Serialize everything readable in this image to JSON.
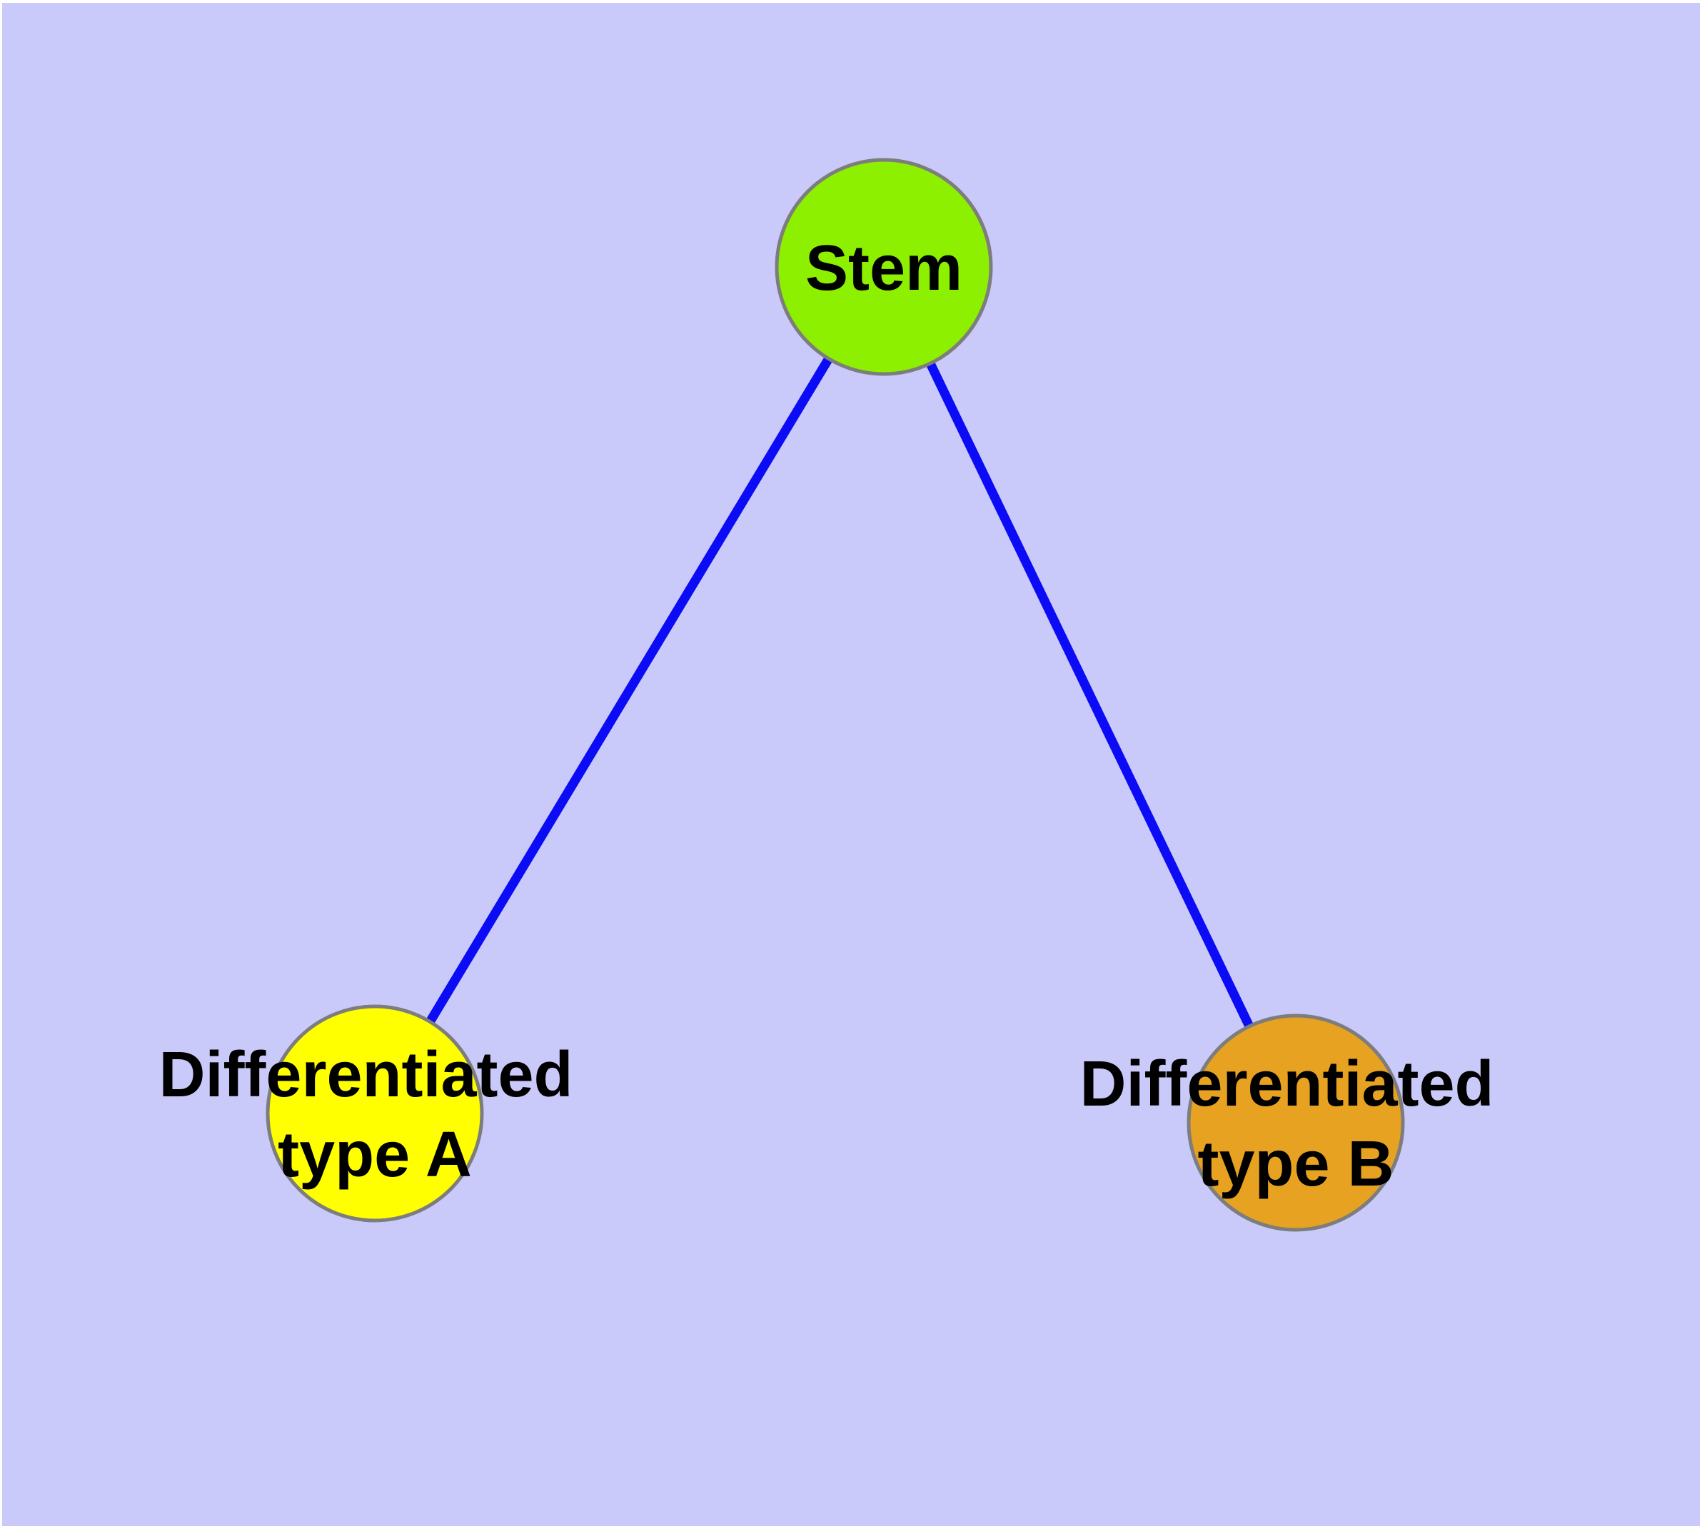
{
  "diagram": {
    "type": "graph",
    "description": "Cell differentiation graph: one stem node connected to two differentiated type nodes",
    "background_color": "#cacafa",
    "frame_color": "#ffffff",
    "edge_color": "#0b0bf5",
    "node_border_color": "#7d7d7d",
    "label_color": "#000000",
    "nodes": [
      {
        "id": "stem",
        "label": "Stem",
        "fill": "#8cf000"
      },
      {
        "id": "differentiated-type-a",
        "label": "Differentiated type A",
        "label_line1": "Differentiated",
        "label_line2": "type A",
        "fill": "#ffff00"
      },
      {
        "id": "differentiated-type-b",
        "label": "Differentiated type B",
        "label_line1": "Differentiated",
        "label_line2": "type B",
        "fill": "#e6a220"
      }
    ],
    "edges": [
      {
        "from": "stem",
        "to": "differentiated-type-a"
      },
      {
        "from": "stem",
        "to": "differentiated-type-b"
      }
    ]
  }
}
